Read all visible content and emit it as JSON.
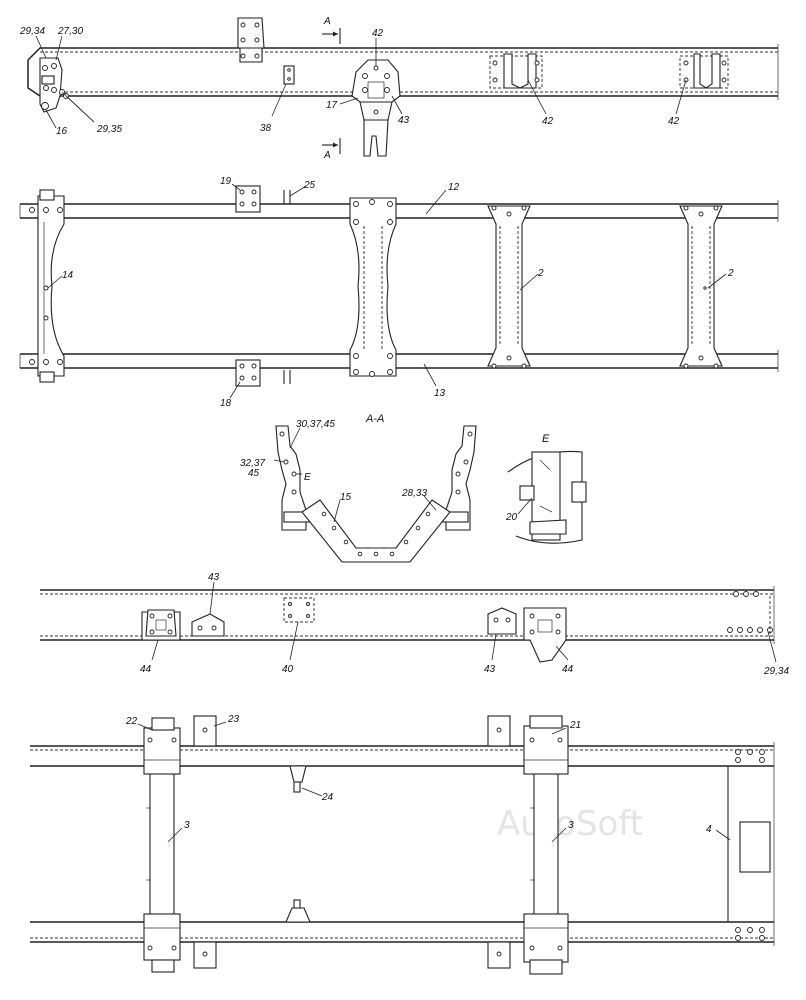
{
  "watermark": "AutoSoft",
  "section_view_top": {
    "section_marker_top": "A",
    "section_marker_bottom": "A"
  },
  "view1_labels": {
    "c29_34": "29,34",
    "c27_30": "27,30",
    "c16": "16",
    "c29_35": "29,35",
    "c38": "38",
    "c42a": "42",
    "c17": "17",
    "c43": "43",
    "c42b": "42",
    "c42c": "42"
  },
  "view2_labels": {
    "c19": "19",
    "c25": "25",
    "c12": "12",
    "c14": "14",
    "c2a": "2",
    "c2b": "2",
    "c18": "18",
    "c13": "13"
  },
  "section_labels": {
    "title": "A-A",
    "c30_37_45": "30,37,45",
    "c32_37": "32,37",
    "c45": "45",
    "cE": "E",
    "c15": "15",
    "c28_33": "28,33",
    "detail_title": "E",
    "c20": "20"
  },
  "view3_labels": {
    "c43a": "43",
    "c44a": "44",
    "c40": "40",
    "c43b": "43",
    "c44b": "44",
    "c29_34": "29,34"
  },
  "view4_labels": {
    "c22": "22",
    "c23": "23",
    "c21": "21",
    "c24": "24",
    "c3a": "3",
    "c3b": "3",
    "c4": "4"
  }
}
